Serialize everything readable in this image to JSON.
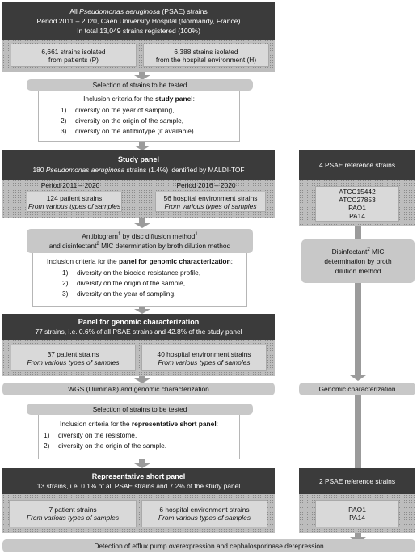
{
  "top": {
    "line1_pre": "All ",
    "line1_italic": "Pseudomonas aeruginosa",
    "line1_post": " (PSAE) strains",
    "line2": "Period 2011 – 2020, Caen University Hospital (Normandy, France)",
    "line3": "In total 13,049 strains registered (100%)",
    "patients_line1": "6,661 strains isolated",
    "patients_line2": "from patients (P)",
    "env_line1": "6,388 strains isolated",
    "env_line2": "from the hospital environment (H)"
  },
  "selection1": {
    "header": "Selection of strains to be tested",
    "criteria_pre": "Inclusion criteria for the ",
    "criteria_bold": "study panel",
    "criteria_post": ":",
    "items": [
      {
        "num": "1)",
        "text": "diversity on the year of sampling,"
      },
      {
        "num": "2)",
        "text": "diversity on the origin of the sample,"
      },
      {
        "num": "3)",
        "text": "diversity on the antibiotype (if available)."
      }
    ]
  },
  "study_panel": {
    "title": "Study panel",
    "sub_pre": "180 ",
    "sub_italic": "Pseudomonas aeruginosa",
    "sub_post": " strains (1.4%) identified by MALDI-TOF",
    "period_left": "Period 2011 – 2020",
    "period_right": "Period 2016 – 2020",
    "patient_line1": "124 patient strains",
    "patient_line2": "From various types of samples",
    "env_line1": "56 hospital environment strains",
    "env_line2": "From various types of samples"
  },
  "reference4": {
    "title": "4 PSAE reference strains",
    "strains": [
      "ATCC15442",
      "ATCC27853",
      "PAO1",
      "PA14"
    ]
  },
  "antibiogram": {
    "line1_a": "Antibiogram",
    "line1_sup1": "1",
    "line1_b": " by disc diffusion method",
    "line1_sup2": "1",
    "line2_a": "and disinfectant",
    "line2_sup": "2",
    "line2_b": " MIC determination by broth dilution method",
    "criteria_pre": "Inclusion criteria for the ",
    "criteria_bold": "panel for genomic characterization",
    "criteria_post": ":",
    "items": [
      {
        "num": "1)",
        "text": "diversity on the biocide resistance profile,"
      },
      {
        "num": "2)",
        "text": "diversity on the origin of the sample,"
      },
      {
        "num": "3)",
        "text": "diversity on the year of sampling."
      }
    ]
  },
  "disinfectant_side": {
    "line1_a": "Disinfectant",
    "line1_sup": "2",
    "line1_b": " MIC",
    "line2": "determination by broth",
    "line3": "dilution method"
  },
  "genomic_panel": {
    "title": "Panel for genomic characterization",
    "sub": "77 strains, i.e. 0.6% of all PSAE strains and 42.8% of the study panel",
    "patient_line1": "37 patient strains",
    "patient_line2": "From various types of samples",
    "env_line1": "40 hospital environment strains",
    "env_line2": "From various types of samples"
  },
  "wgs": {
    "label": "WGS (Illumina®) and genomic characterization",
    "side_label": "Genomic characterization"
  },
  "selection2": {
    "header": "Selection of strains to be tested",
    "criteria_pre": "Inclusion criteria for the ",
    "criteria_bold": "representative short panel",
    "criteria_post": ":",
    "items": [
      {
        "num": "1)",
        "text": "diversity on the resistome,"
      },
      {
        "num": "2)",
        "text": "diversity on the origin of the sample."
      }
    ]
  },
  "short_panel": {
    "title": "Representative short panel",
    "sub": "13 strains, i.e. 0.1% of all PSAE strains and 7.2% of the study panel",
    "patient_line1": "7 patient strains",
    "patient_line2": "From various types of samples",
    "env_line1": "6 hospital environment strains",
    "env_line2": "From various types of samples"
  },
  "reference2": {
    "title": "2 PSAE reference strains",
    "strains": [
      "PAO1",
      "PA14"
    ]
  },
  "bottom": {
    "label": "Detection of efflux pump overexpression and cephalosporinase derepression"
  },
  "colors": {
    "dark": "#3b3b3b",
    "arrow": "#9b9b9b",
    "light": "#cfcfcf"
  }
}
